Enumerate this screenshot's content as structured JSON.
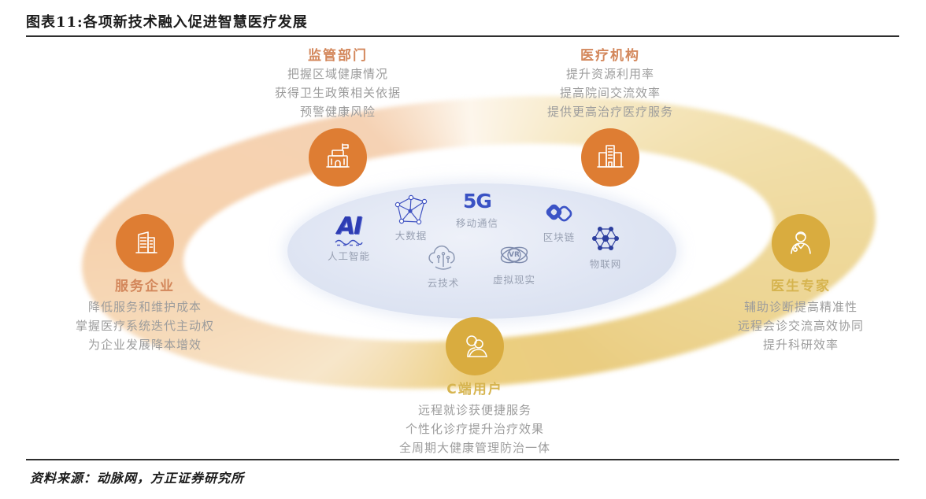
{
  "figure": {
    "title": "图表11:各项新技术融入促进智慧医疗发展",
    "source": "资料来源：动脉网，方正证券研究所"
  },
  "stakeholders": {
    "regulator": {
      "name": "监管部门",
      "icon": "government-building-icon",
      "items": [
        "把握区域健康情况",
        "获得卫生政策相关依据",
        "预警健康风险"
      ]
    },
    "hospital": {
      "name": "医疗机构",
      "icon": "hospital-building-icon",
      "items": [
        "提升资源利用率",
        "提高院间交流效率",
        "提供更高治疗医疗服务"
      ]
    },
    "service": {
      "name": "服务企业",
      "icon": "office-buildings-icon",
      "items": [
        "降低服务和维护成本",
        "掌握医疗系统迭代主动权",
        "为企业发展降本增效"
      ]
    },
    "doctor": {
      "name": "医生专家",
      "icon": "doctor-icon",
      "items": [
        "辅助诊断提高精准性",
        "远程会诊交流高效协同",
        "提升科研效率"
      ]
    },
    "cuser": {
      "name": "C端用户",
      "icon": "users-icon",
      "items": [
        "远程就诊获便捷服务",
        "个性化诊疗提升治疗效果",
        "全周期大健康管理防治一体"
      ]
    }
  },
  "technologies": {
    "ai": {
      "label": "人工智能",
      "glyph": "AI"
    },
    "bigdata": {
      "label": "大数据"
    },
    "mobile": {
      "label": "移动通信",
      "glyph": "5G"
    },
    "blockchain": {
      "label": "区块链"
    },
    "cloud": {
      "label": "云技术"
    },
    "vr": {
      "label": "虚拟现实",
      "glyph": "VR"
    },
    "iot": {
      "label": "物联网"
    }
  },
  "colors": {
    "orange_node": "#DE7D33",
    "gold_node": "#D9AC3F",
    "orange_heading": "#D3875B",
    "gold_heading": "#D6B44F",
    "body_text": "#9C9C9C",
    "tech_blue": "#3A4EC0",
    "tech_label": "#99A1B3",
    "core_ellipse": "#DDE4F2"
  }
}
